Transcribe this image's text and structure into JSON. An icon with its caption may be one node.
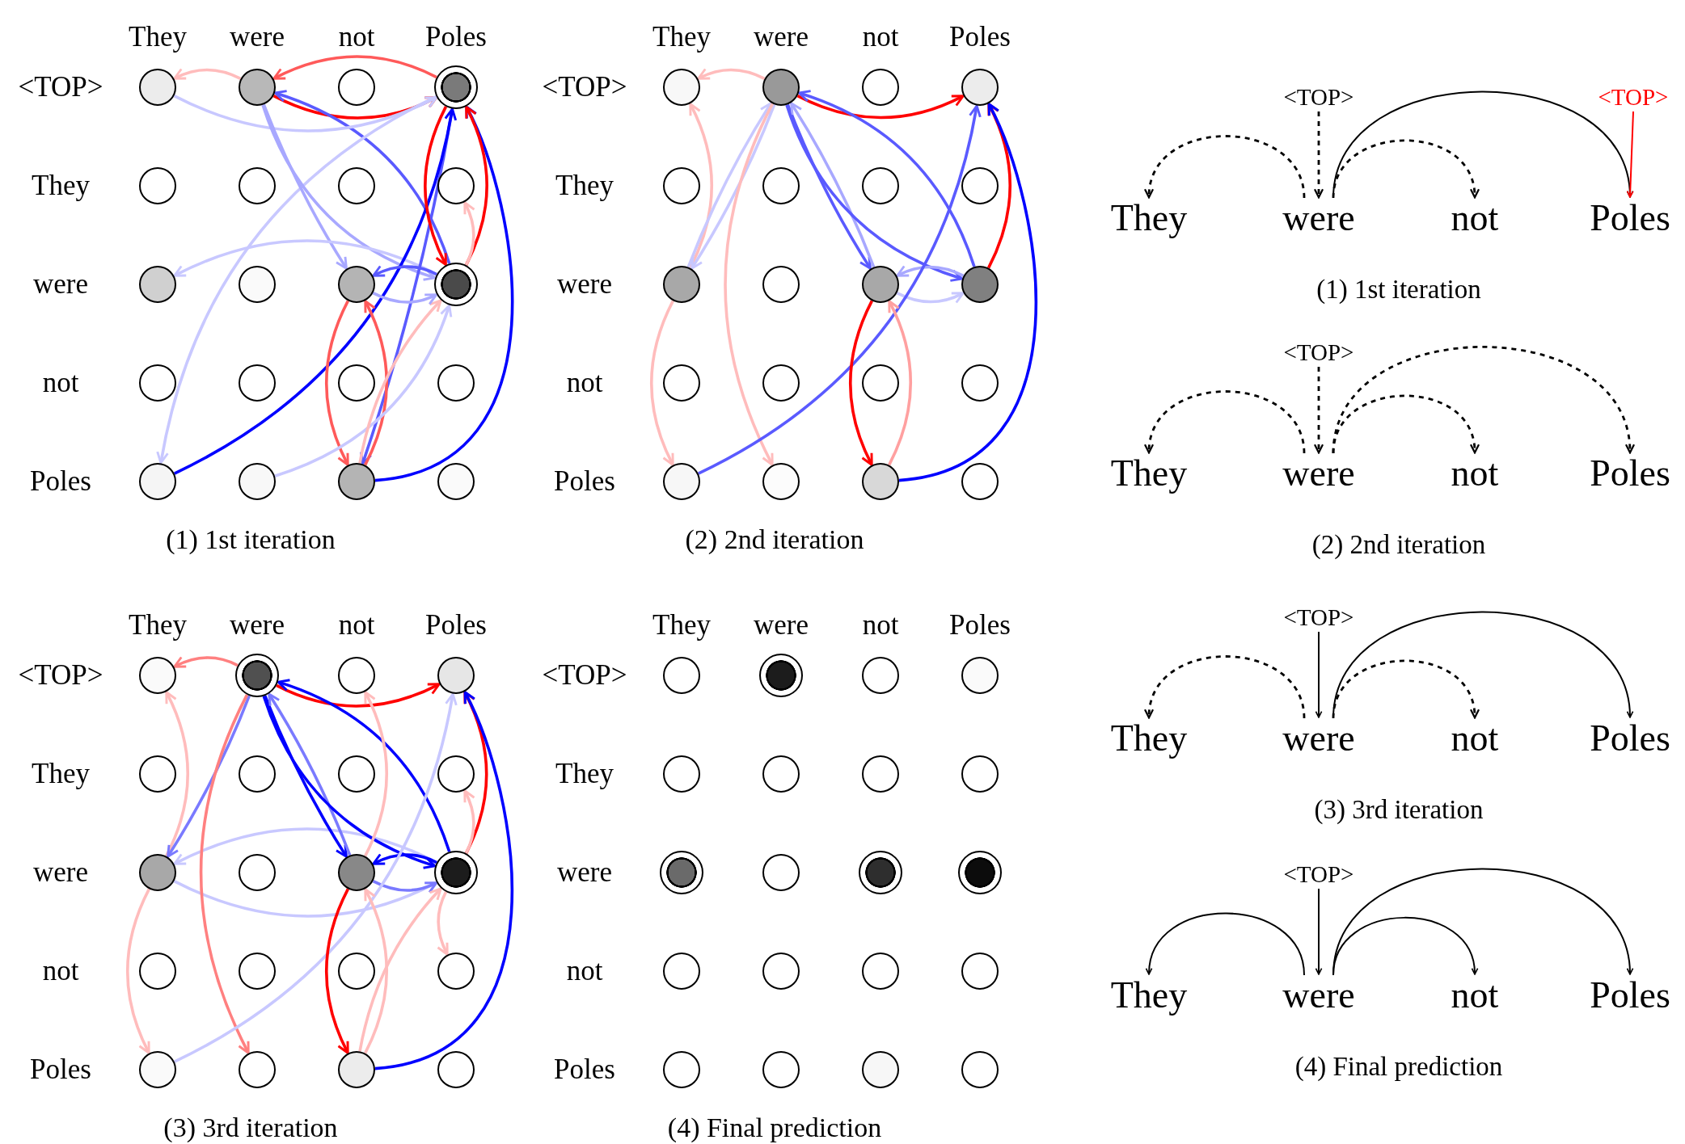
{
  "diagram": {
    "nodes": [
      {
        "text": [],
        "shape": "circle"
      },
      {
        "text": [],
        "shape": "circle"
      },
      {
        "text": [],
        "shape": "circle"
      },
      {
        "text": [],
        "shape": "circle"
      },
      {
        "text": [],
        "shape": "circle"
      },
      {
        "text": [],
        "shape": "circle"
      },
      {
        "text": [],
        "shape": "circle"
      },
      {
        "text": [],
        "shape": "circle"
      },
      {
        "text": [],
        "shape": "circle"
      },
      {
        "text": [],
        "shape": "circle"
      },
      {
        "text": [],
        "shape": "circle"
      },
      {
        "text": [],
        "shape": "circle"
      },
      {
        "text": [],
        "shape": "circle"
      },
      {
        "text": [],
        "shape": "circle"
      },
      {
        "text": [],
        "shape": "circle"
      },
      {
        "text": [],
        "shape": "circle"
      },
      {
        "text": [],
        "shape": "circle"
      },
      {
        "text": [],
        "shape": "circle"
      },
      {
        "text": [],
        "shape": "circle"
      },
      {
        "text": [],
        "shape": "circle"
      },
      {
        "text": [],
        "shape": "circle"
      },
      {
        "text": [],
        "shape": "circle"
      },
      {
        "text": [],
        "shape": "circle"
      },
      {
        "text": [],
        "shape": "circle"
      },
      {
        "text": [],
        "shape": "circle"
      },
      {
        "text": [],
        "shape": "circle"
      },
      {
        "text": [],
        "shape": "circle"
      },
      {
        "text": [],
        "shape": "circle"
      },
      {
        "text": [],
        "shape": "circle"
      },
      {
        "text": [],
        "shape": "circle"
      },
      {
        "text": [],
        "shape": "circle"
      },
      {
        "text": [],
        "shape": "circle"
      },
      {
        "text": [],
        "shape": "circle"
      },
      {
        "text": [],
        "shape": "circle"
      },
      {
        "text": [],
        "shape": "circle"
      },
      {
        "text": [],
        "shape": "circle"
      },
      {
        "text": [],
        "shape": "circle"
      },
      {
        "text": [],
        "shape": "circle"
      },
      {
        "text": [],
        "shape": "circle"
      },
      {
        "text": [],
        "shape": "circle"
      },
      {
        "text": [],
        "shape": "circle"
      },
      {
        "text": [],
        "shape": "circle"
      },
      {
        "text": [],
        "shape": "circle"
      },
      {
        "text": [],
        "shape": "circle"
      },
      {
        "text": [],
        "shape": "circle"
      },
      {
        "text": [],
        "shape": "circle"
      },
      {
        "text": [],
        "shape": "circle"
      },
      {
        "text": [],
        "shape": "circle"
      },
      {
        "text": [],
        "shape": "circle"
      },
      {
        "text": [],
        "shape": "circle"
      },
      {
        "text": [],
        "shape": "circle"
      },
      {
        "text": [],
        "shape": "circle"
      },
      {
        "text": [],
        "shape": "circle"
      },
      {
        "text": [],
        "shape": "circle"
      },
      {
        "text": [],
        "shape": "circle"
      },
      {
        "text": [],
        "shape": "circle"
      },
      {
        "text": [],
        "shape": "circle"
      },
      {
        "text": [],
        "shape": "circle"
      },
      {
        "text": [],
        "shape": "circle"
      },
      {
        "text": [],
        "shape": "circle"
      },
      {
        "text": [],
        "shape": "circle"
      },
      {
        "text": [],
        "shape": "circle"
      },
      {
        "text": [],
        "shape": "circle"
      },
      {
        "text": [],
        "shape": "circle"
      },
      {
        "text": [],
        "shape": "circle"
      },
      {
        "text": [],
        "shape": "circle"
      },
      {
        "text": [],
        "shape": "circle"
      },
      {
        "text": [],
        "shape": "circle"
      },
      {
        "text": [],
        "shape": "circle"
      },
      {
        "text": [],
        "shape": "circle"
      },
      {
        "text": [],
        "shape": "circle"
      },
      {
        "text": [],
        "shape": "circle"
      },
      {
        "text": [],
        "shape": "circle"
      },
      {
        "text": [],
        "shape": "circle"
      },
      {
        "text": [],
        "shape": "circle"
      },
      {
        "text": [],
        "shape": "circle"
      },
      {
        "text": [],
        "shape": "circle"
      },
      {
        "text": [],
        "shape": "circle"
      },
      {
        "text": [],
        "shape": "circle"
      },
      {
        "text": [],
        "shape": "circle"
      },
      {
        "text": [
          "<TOP>"
        ]
      },
      {
        "text": [
          "<TOP>"
        ]
      },
      {
        "text": [
          "They"
        ]
      },
      {
        "text": [
          "were"
        ]
      },
      {
        "text": [
          "not"
        ]
      },
      {
        "text": [
          "Poles"
        ]
      },
      {
        "text": [
          "<TOP>"
        ]
      },
      {
        "text": [
          "They"
        ]
      },
      {
        "text": [
          "were"
        ]
      },
      {
        "text": [
          "not"
        ]
      },
      {
        "text": [
          "Poles"
        ]
      },
      {
        "text": [
          "<TOP>"
        ]
      },
      {
        "text": [
          "They"
        ]
      },
      {
        "text": [
          "were"
        ]
      },
      {
        "text": [
          "not"
        ]
      },
      {
        "text": [
          "Poles"
        ]
      },
      {
        "text": [
          "<TOP>"
        ]
      },
      {
        "text": [
          "They"
        ]
      },
      {
        "text": [
          "were"
        ]
      },
      {
        "text": [
          "not"
        ]
      },
      {
        "text": [
          "Poles"
        ]
      }
    ],
    "edges": [
      {
        "from": 1,
        "to": 0,
        "arrow": "to",
        "color": "#ffbcbc"
      },
      {
        "from": 3,
        "to": 1,
        "arrow": "to",
        "color": "#ff5a5a"
      },
      {
        "from": 1,
        "to": 3,
        "arrow": "to",
        "color": "#ff0000"
      },
      {
        "from": 11,
        "to": 1,
        "arrow": "to",
        "color": "#5a5aff"
      },
      {
        "from": 0,
        "to": 3,
        "arrow": "to",
        "color": "#c8c8ff"
      },
      {
        "from": 3,
        "to": 16,
        "arrow": "to",
        "color": "#c8c8ff"
      },
      {
        "from": 1,
        "to": 10,
        "arrow": "to",
        "color": "#a8a8ff"
      },
      {
        "from": 1,
        "to": 11,
        "arrow": "to",
        "color": "#a8a8ff"
      },
      {
        "from": 11,
        "to": 8,
        "arrow": "to",
        "color": "#c8c8ff"
      },
      {
        "from": 3,
        "to": 18,
        "arrow": "to",
        "color": "#5a5aff"
      },
      {
        "from": 16,
        "to": 3,
        "arrow": "to",
        "color": "#0000ff"
      },
      {
        "from": 18,
        "to": 3,
        "arrow": "to",
        "color": "#0000ff"
      },
      {
        "from": 3,
        "to": 11,
        "arrow": "to",
        "color": "#ff0000"
      },
      {
        "from": 11,
        "to": 3,
        "arrow": "to",
        "color": "#ff0000"
      },
      {
        "from": 10,
        "to": 18,
        "arrow": "to",
        "color": "#ff5a5a"
      },
      {
        "from": 18,
        "to": 10,
        "arrow": "to",
        "color": "#ff5a5a"
      },
      {
        "from": 17,
        "to": 11,
        "arrow": "to",
        "color": "#c8c8ff"
      },
      {
        "from": 18,
        "to": 11,
        "arrow": "to",
        "color": "#ffbcbc"
      },
      {
        "from": 11,
        "to": 7,
        "arrow": "to",
        "color": "#ffbcbc"
      },
      {
        "from": 11,
        "to": 10,
        "arrow": "to",
        "color": "#5a5aff"
      },
      {
        "from": 10,
        "to": 11,
        "arrow": "to",
        "color": "#a8a8ff"
      },
      {
        "from": 21,
        "to": 20,
        "arrow": "to",
        "color": "#ffbcbc"
      },
      {
        "from": 21,
        "to": 23,
        "arrow": "to",
        "color": "#ff0000"
      },
      {
        "from": 28,
        "to": 20,
        "arrow": "to",
        "color": "#ffbcbc"
      },
      {
        "from": 21,
        "to": 28,
        "arrow": "to",
        "color": "#c8c8ff"
      },
      {
        "from": 28,
        "to": 21,
        "arrow": "to",
        "color": "#c8c8ff"
      },
      {
        "from": 28,
        "to": 36,
        "arrow": "to",
        "color": "#ffbcbc"
      },
      {
        "from": 21,
        "to": 37,
        "arrow": "to",
        "color": "#ffbcbc"
      },
      {
        "from": 21,
        "to": 30,
        "arrow": "to",
        "color": "#5a5aff"
      },
      {
        "from": 30,
        "to": 21,
        "arrow": "to",
        "color": "#a8a8ff"
      },
      {
        "from": 21,
        "to": 31,
        "arrow": "to",
        "color": "#5a5aff"
      },
      {
        "from": 31,
        "to": 21,
        "arrow": "to",
        "color": "#5a5aff"
      },
      {
        "from": 31,
        "to": 30,
        "arrow": "to",
        "color": "#a8a8ff"
      },
      {
        "from": 30,
        "to": 31,
        "arrow": "to",
        "color": "#c8c8ff"
      },
      {
        "from": 31,
        "to": 23,
        "arrow": "to",
        "color": "#ff0000"
      },
      {
        "from": 36,
        "to": 23,
        "arrow": "to",
        "color": "#5a5aff"
      },
      {
        "from": 38,
        "to": 23,
        "arrow": "to",
        "color": "#0000ff"
      },
      {
        "from": 30,
        "to": 38,
        "arrow": "to",
        "color": "#ff0000"
      },
      {
        "from": 38,
        "to": 30,
        "arrow": "to",
        "color": "#ffa0a0"
      },
      {
        "from": 41,
        "to": 40,
        "arrow": "to",
        "color": "#ff8080"
      },
      {
        "from": 48,
        "to": 40,
        "arrow": "to",
        "color": "#ffbcbc"
      },
      {
        "from": 41,
        "to": 43,
        "arrow": "to",
        "color": "#ff0000"
      },
      {
        "from": 41,
        "to": 48,
        "arrow": "to",
        "color": "#7a7aff"
      },
      {
        "from": 51,
        "to": 48,
        "arrow": "to",
        "color": "#c8c8ff"
      },
      {
        "from": 48,
        "to": 51,
        "arrow": "to",
        "color": "#c8c8ff"
      },
      {
        "from": 41,
        "to": 57,
        "arrow": "to",
        "color": "#ff8080"
      },
      {
        "from": 48,
        "to": 56,
        "arrow": "to",
        "color": "#ffbcbc"
      },
      {
        "from": 41,
        "to": 50,
        "arrow": "to",
        "color": "#0000ff"
      },
      {
        "from": 50,
        "to": 41,
        "arrow": "to",
        "color": "#7a7aff"
      },
      {
        "from": 41,
        "to": 51,
        "arrow": "to",
        "color": "#0000ff"
      },
      {
        "from": 51,
        "to": 41,
        "arrow": "to",
        "color": "#0000ff"
      },
      {
        "from": 51,
        "to": 50,
        "arrow": "to",
        "color": "#0000ff"
      },
      {
        "from": 50,
        "to": 51,
        "arrow": "to",
        "color": "#7a7aff"
      },
      {
        "from": 51,
        "to": 43,
        "arrow": "to",
        "color": "#ff0000"
      },
      {
        "from": 58,
        "to": 43,
        "arrow": "to",
        "color": "#0000ff"
      },
      {
        "from": 56,
        "to": 43,
        "arrow": "to",
        "color": "#c8c8ff"
      },
      {
        "from": 50,
        "to": 58,
        "arrow": "to",
        "color": "#ff0000"
      },
      {
        "from": 58,
        "to": 50,
        "arrow": "to",
        "color": "#ffbcbc"
      },
      {
        "from": 58,
        "to": 51,
        "arrow": "to",
        "color": "#ffbcbc"
      },
      {
        "from": 51,
        "to": 47,
        "arrow": "to",
        "color": "#ffbcbc"
      },
      {
        "from": 51,
        "to": 55,
        "arrow": "to",
        "color": "#ffbcbc"
      },
      {
        "from": 50,
        "to": 42,
        "arrow": "to",
        "color": "#ffbcbc"
      },
      {
        "from": 80,
        "to": 83,
        "arrow": "to",
        "style": "dashed"
      },
      {
        "from": 83,
        "to": 82,
        "arrow": "to",
        "style": "dashed"
      },
      {
        "from": 83,
        "to": 84,
        "arrow": "to",
        "style": "dashed"
      },
      {
        "from": 83,
        "to": 85,
        "arrow": "to"
      },
      {
        "from": 81,
        "to": 85,
        "arrow": "to",
        "color": "#ff0000"
      },
      {
        "from": 86,
        "to": 88,
        "arrow": "to",
        "style": "dashed"
      },
      {
        "from": 88,
        "to": 87,
        "arrow": "to",
        "style": "dashed"
      },
      {
        "from": 88,
        "to": 89,
        "arrow": "to",
        "style": "dashed"
      },
      {
        "from": 88,
        "to": 90,
        "arrow": "to",
        "style": "dashed"
      },
      {
        "from": 91,
        "to": 93,
        "arrow": "to"
      },
      {
        "from": 93,
        "to": 92,
        "arrow": "to",
        "style": "dashed"
      },
      {
        "from": 93,
        "to": 94,
        "arrow": "to",
        "style": "dashed"
      },
      {
        "from": 93,
        "to": 95,
        "arrow": "to"
      },
      {
        "from": 96,
        "to": 98,
        "arrow": "to"
      },
      {
        "from": 98,
        "to": 97,
        "arrow": "to"
      },
      {
        "from": 98,
        "to": 99,
        "arrow": "to"
      },
      {
        "from": 98,
        "to": 100,
        "arrow": "to"
      }
    ],
    "labels": [
      "They",
      "were",
      "not",
      "Poles",
      "<TOP>",
      "They",
      "were",
      "not",
      "Poles",
      "(1) 1st iteration",
      "They",
      "were",
      "not",
      "Poles",
      "<TOP>",
      "They",
      "were",
      "not",
      "Poles",
      "(2) 2nd iteration",
      "They",
      "were",
      "not",
      "Poles",
      "<TOP>",
      "They",
      "were",
      "not",
      "Poles",
      "(3) 3rd iteration",
      "They",
      "were",
      "not",
      "Poles",
      "<TOP>",
      "They",
      "were",
      "not",
      "Poles",
      "(4) Final prediction",
      "(1) 1st iteration",
      "(2) 2nd iteration",
      "(3) 3rd iteration",
      "(4) Final prediction"
    ]
  }
}
